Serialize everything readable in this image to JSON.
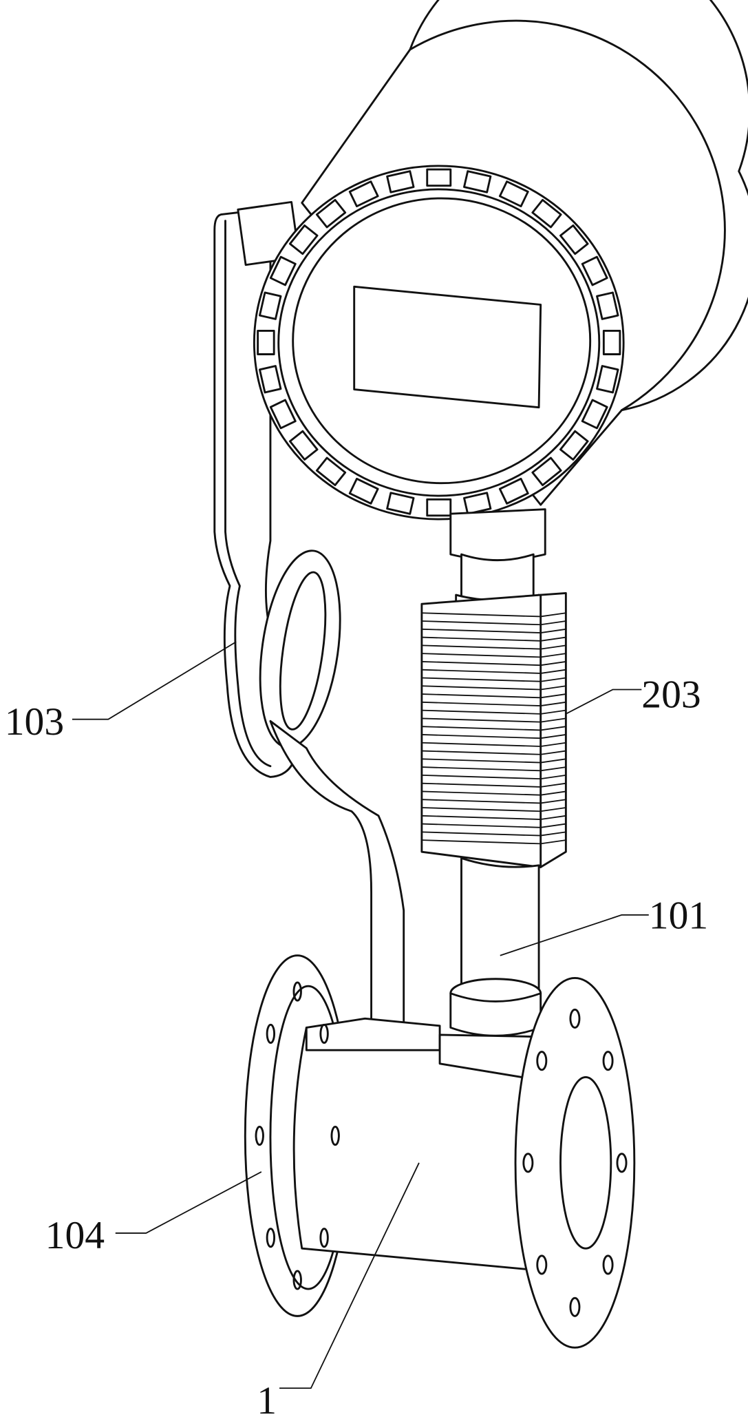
{
  "figure": {
    "labels": {
      "cable": "103",
      "heat_sink": "203",
      "pipe": "101",
      "flange": "104",
      "body": "1"
    }
  }
}
